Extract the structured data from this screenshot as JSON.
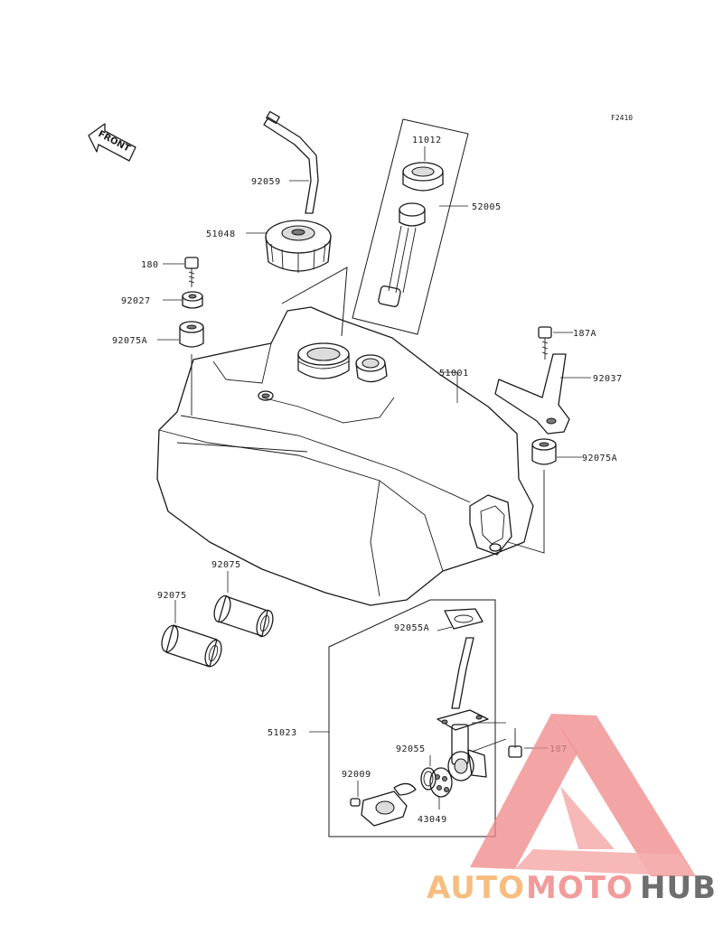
{
  "figure_ref": "F2410",
  "front_label": "FRONT",
  "parts": {
    "p11012": "11012",
    "p52005": "52005",
    "p92059": "92059",
    "p51048": "51048",
    "p180": "180",
    "p92027": "92027",
    "p92075A_left": "92075A",
    "p51001": "51001",
    "p187A": "187A",
    "p92037": "92037",
    "p92075A_right": "92075A",
    "p92075_a": "92075",
    "p92075_b": "92075",
    "p92055A": "92055A",
    "p51023": "51023",
    "p92055": "92055",
    "p187": "187",
    "p92009": "92009",
    "p43049": "43049"
  },
  "watermark": {
    "word1": "AUTO",
    "word2": "MOTO",
    "word3": "HUB",
    "color_primary": "#f08a8a",
    "color_secondary": "#f6b26b",
    "color_dark": "#555555"
  }
}
